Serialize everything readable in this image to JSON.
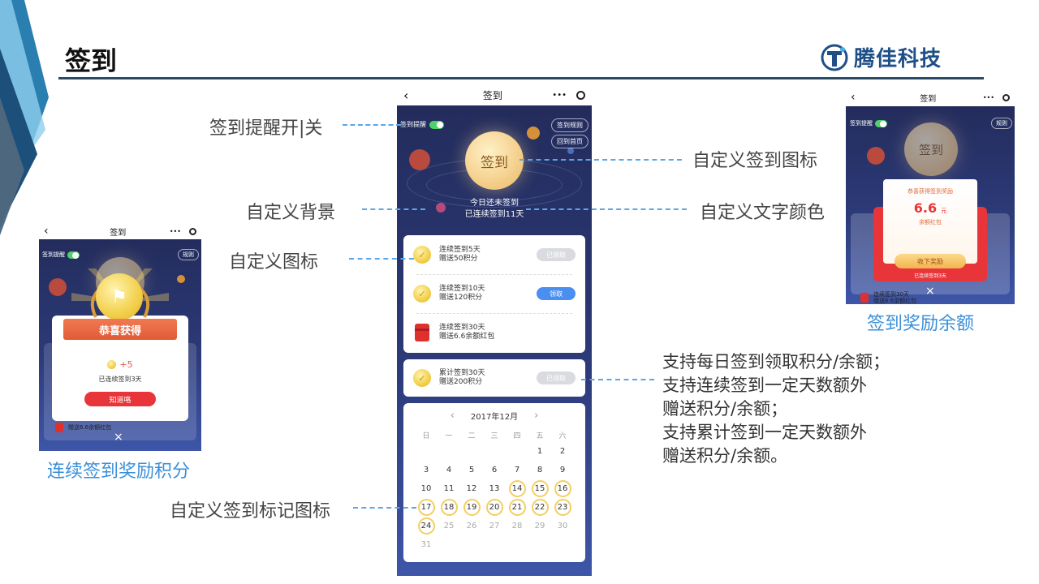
{
  "slide": {
    "title": "签到",
    "logo_text": "腾佳科技",
    "colors": {
      "accent": "#5aa6e8",
      "navy": "#2c3a78",
      "rule": "#2a4a66"
    }
  },
  "callouts": {
    "reminder": "签到提醒开|关",
    "custom_icon_main": "自定义签到图标",
    "custom_bg": "自定义背景",
    "custom_text_color": "自定义文字颜色",
    "custom_icon": "自定义图标",
    "custom_mark_icon": "自定义签到标记图标",
    "left_caption": "连续签到奖励积分",
    "right_caption": "签到奖励余额",
    "features": [
      "支持每日签到领取积分/余额；",
      "支持连续签到一定天数额外",
      "赠送积分/余额；",
      "支持累计签到一定天数额外",
      "赠送积分/余额。"
    ]
  },
  "main_phone": {
    "title": "签到",
    "back_icon": "chevron-left-icon",
    "reminder_label": "签到提醒",
    "rules_button": "签到规则",
    "home_button": "回到首页",
    "moon_label": "签到",
    "status_line1": "今日还未签到",
    "status_line2": "已连续签到11天",
    "rewards": [
      {
        "icon": "coin-icon",
        "line1": "连续签到5天",
        "line2": "赠送50积分",
        "button": "已领取",
        "state": "claimed"
      },
      {
        "icon": "coin-icon",
        "line1": "连续签到10天",
        "line2": "赠送120积分",
        "button": "领取",
        "state": "available"
      },
      {
        "icon": "red-packet-icon",
        "line1": "连续签到30天",
        "line2": "赠送6.6余额红包",
        "button": "",
        "state": "none"
      }
    ],
    "cumulative": {
      "icon": "coin-icon",
      "line1": "累计签到30天",
      "line2": "赠送200积分",
      "button": "已领取"
    },
    "calendar": {
      "month": "2017年12月",
      "prev": "‹",
      "next": "›",
      "weekdays": [
        "日",
        "一",
        "二",
        "三",
        "四",
        "五",
        "六"
      ],
      "rows": [
        [
          "",
          "",
          "",
          "",
          "",
          "1",
          "2"
        ],
        [
          "3",
          "4",
          "5",
          "6",
          "7",
          "8",
          "9"
        ],
        [
          "10",
          "11",
          "12",
          "13",
          "14",
          "15",
          "16"
        ],
        [
          "17",
          "18",
          "19",
          "20",
          "21",
          "22",
          "23"
        ],
        [
          "24",
          "25",
          "26",
          "27",
          "28",
          "29",
          "30"
        ],
        [
          "31",
          "",
          "",
          "",
          "",
          "",
          ""
        ]
      ],
      "marked": [
        "14",
        "15",
        "16",
        "17",
        "18",
        "19",
        "20",
        "21",
        "22",
        "23",
        "24"
      ],
      "muted_after": 25
    }
  },
  "left_phone": {
    "title": "签到",
    "reminder_label": "签到提醒",
    "rules_button": "规则",
    "moon_label": "签到",
    "banner": "恭喜获得",
    "points": "+5",
    "streak": "已连续签到3天",
    "ok_button": "知道咯",
    "bg_row": "赠送6.6余额红包",
    "close": "×"
  },
  "right_phone": {
    "title": "签到",
    "reminder_label": "签到提醒",
    "rules_button": "规则",
    "moon_label": "签到",
    "header": "恭喜获得签到奖励",
    "amount": "6.6",
    "unit": "元",
    "sub": "余额红包",
    "collect_button": "收下奖励",
    "streak": "已连续签到3天",
    "bg_row": "连续签到30天",
    "bg_row2": "赠送6.6余额红包",
    "close": "×"
  }
}
